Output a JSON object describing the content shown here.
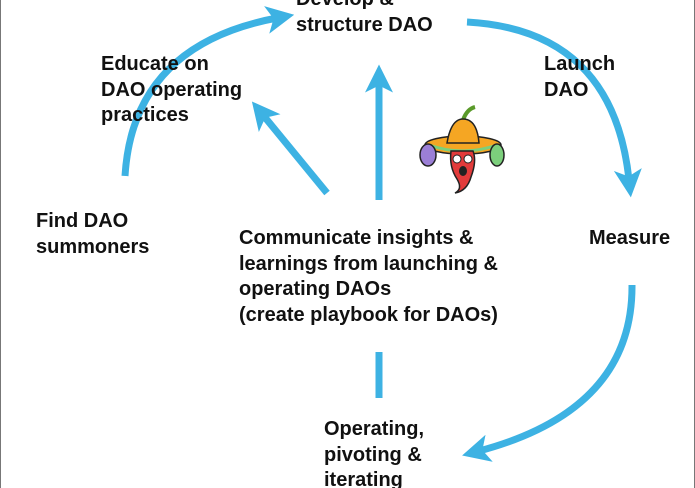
{
  "colors": {
    "arrow": "#3db2e3",
    "text": "#111111"
  },
  "nodes": {
    "develop": "Develop &\nstructure DAO",
    "educate": "Educate on\nDAO operating\npractices",
    "launch": "Launch\nDAO",
    "find": "Find DAO\nsummoners",
    "communicate": "Communicate insights &\nlearnings from launching &\noperating DAOs\n(create playbook for DAOs)",
    "measure": "Measure",
    "operating": "Operating,\npivoting &\niterating"
  },
  "mascot": "pepper-with-sombrero-and-maracas"
}
